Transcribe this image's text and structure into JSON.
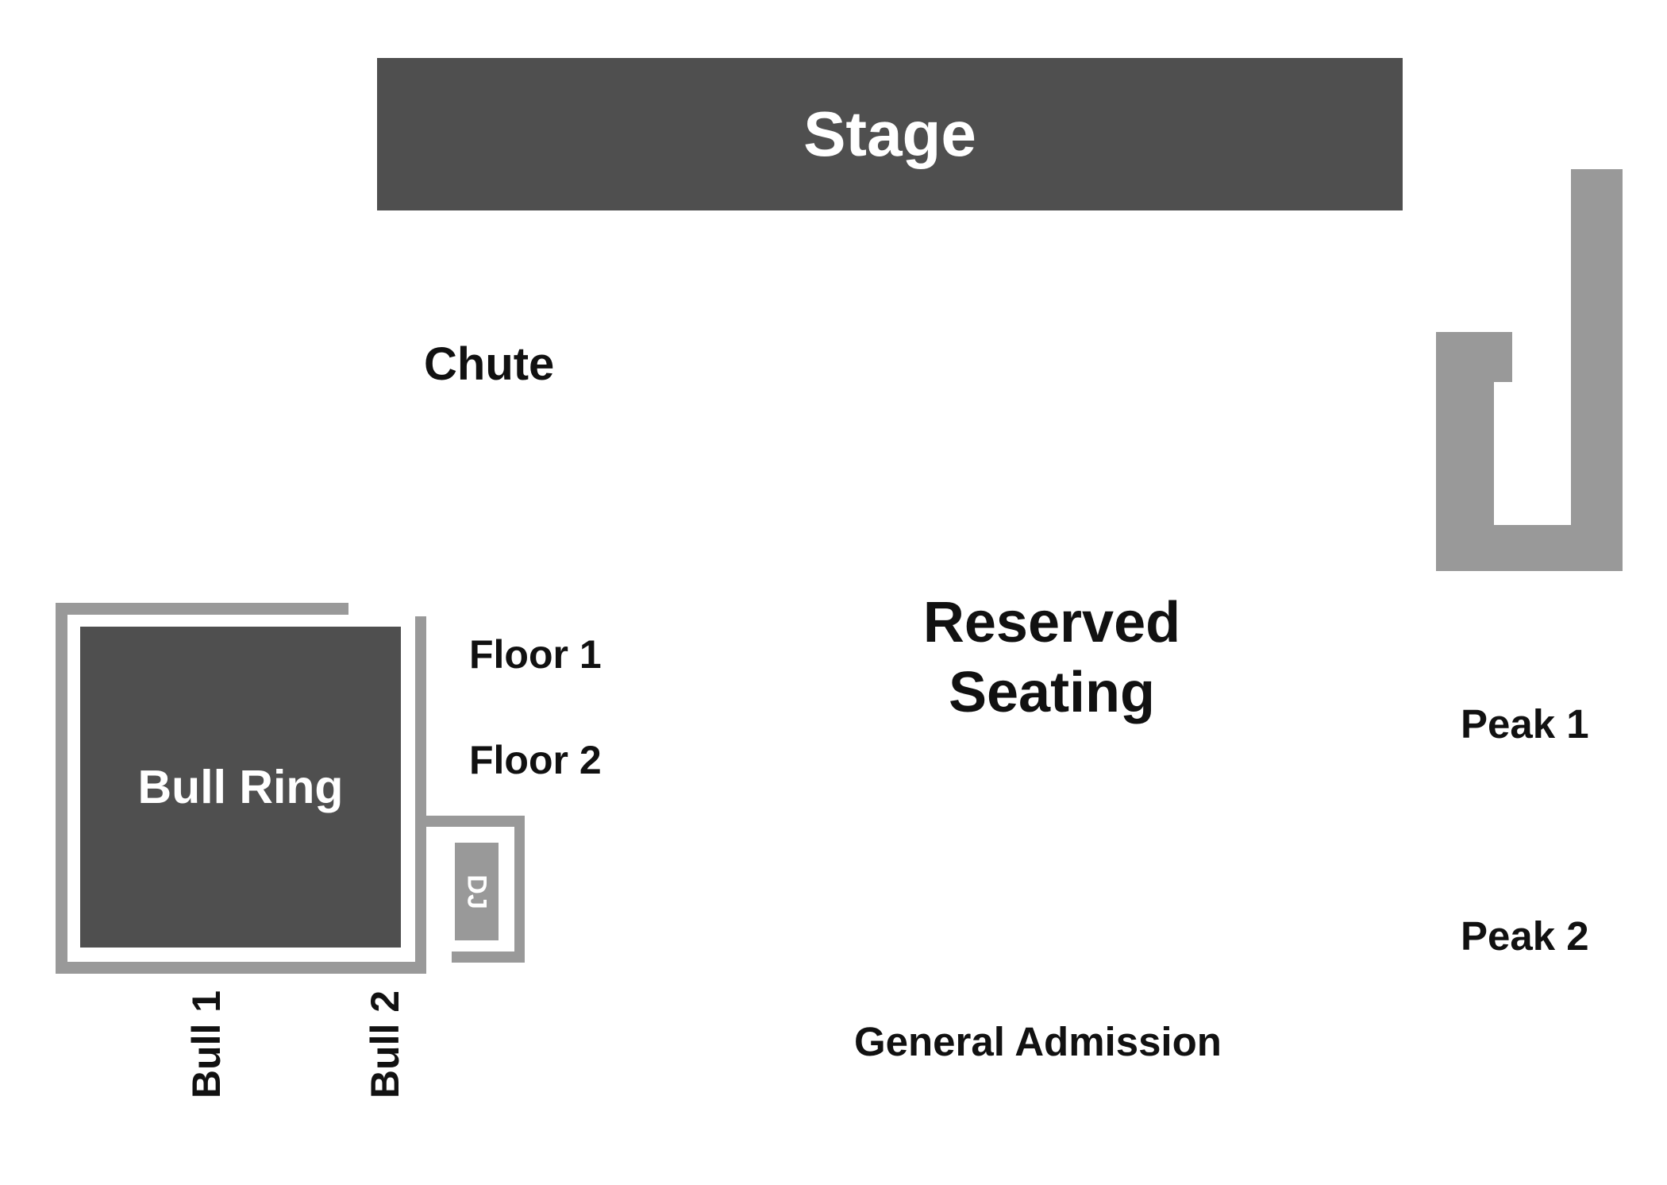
{
  "sections": {
    "stage": "Stage",
    "chute": "Chute",
    "reserved_seating_line1": "Reserved",
    "reserved_seating_line2": "Seating",
    "floor_1": "Floor 1",
    "floor_2": "Floor 2",
    "bull_ring": "Bull Ring",
    "dj": "DJ",
    "bull_1": "Bull 1",
    "bull_2": "Bull 2",
    "general_admission": "General Admission",
    "peak_1": "Peak 1",
    "peak_2": "Peak 2"
  },
  "colors": {
    "dark_fill": "#4f4f4f",
    "light_fill": "#999999",
    "label_text": "#111111",
    "background": "#ffffff"
  }
}
